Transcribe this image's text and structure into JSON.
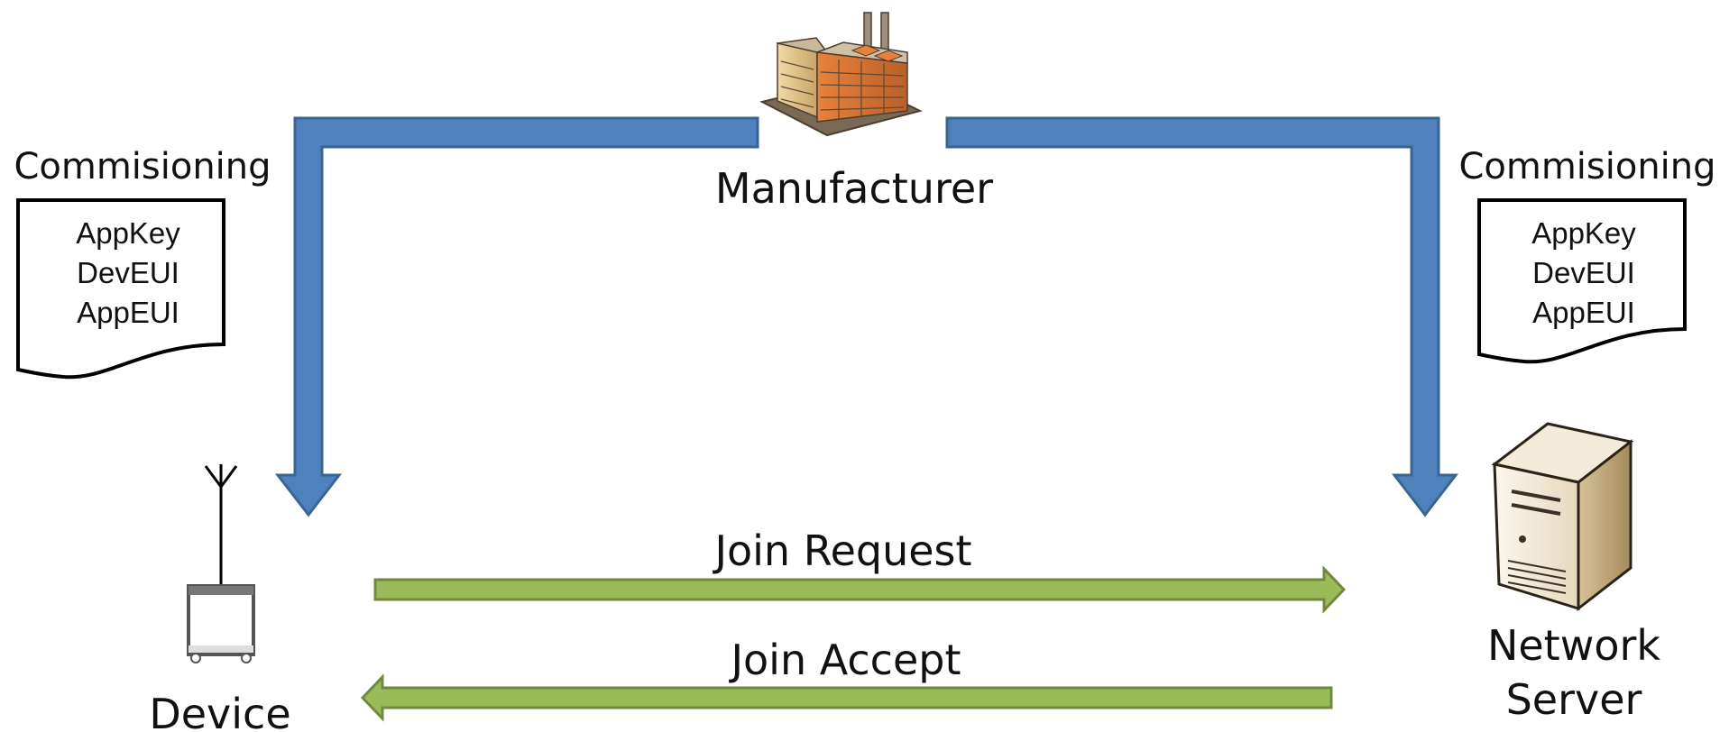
{
  "manufacturer": {
    "label": "Manufacturer"
  },
  "left_doc": {
    "heading": "Commisioning",
    "lines": [
      "AppKey",
      "DevEUI",
      "AppEUI"
    ]
  },
  "right_doc": {
    "heading": "Commisioning",
    "lines": [
      "AppKey",
      "DevEUI",
      "AppEUI"
    ]
  },
  "device": {
    "label": "Device"
  },
  "server": {
    "label_line1": "Network",
    "label_line2": "Server"
  },
  "join_request": {
    "label": "Join Request"
  },
  "join_accept": {
    "label": "Join Accept"
  },
  "colors": {
    "provision_arrow_fill": "#4f81bd",
    "provision_arrow_stroke": "#3a6593",
    "join_arrow_fill": "#9bbb59",
    "join_arrow_stroke": "#71893f"
  }
}
